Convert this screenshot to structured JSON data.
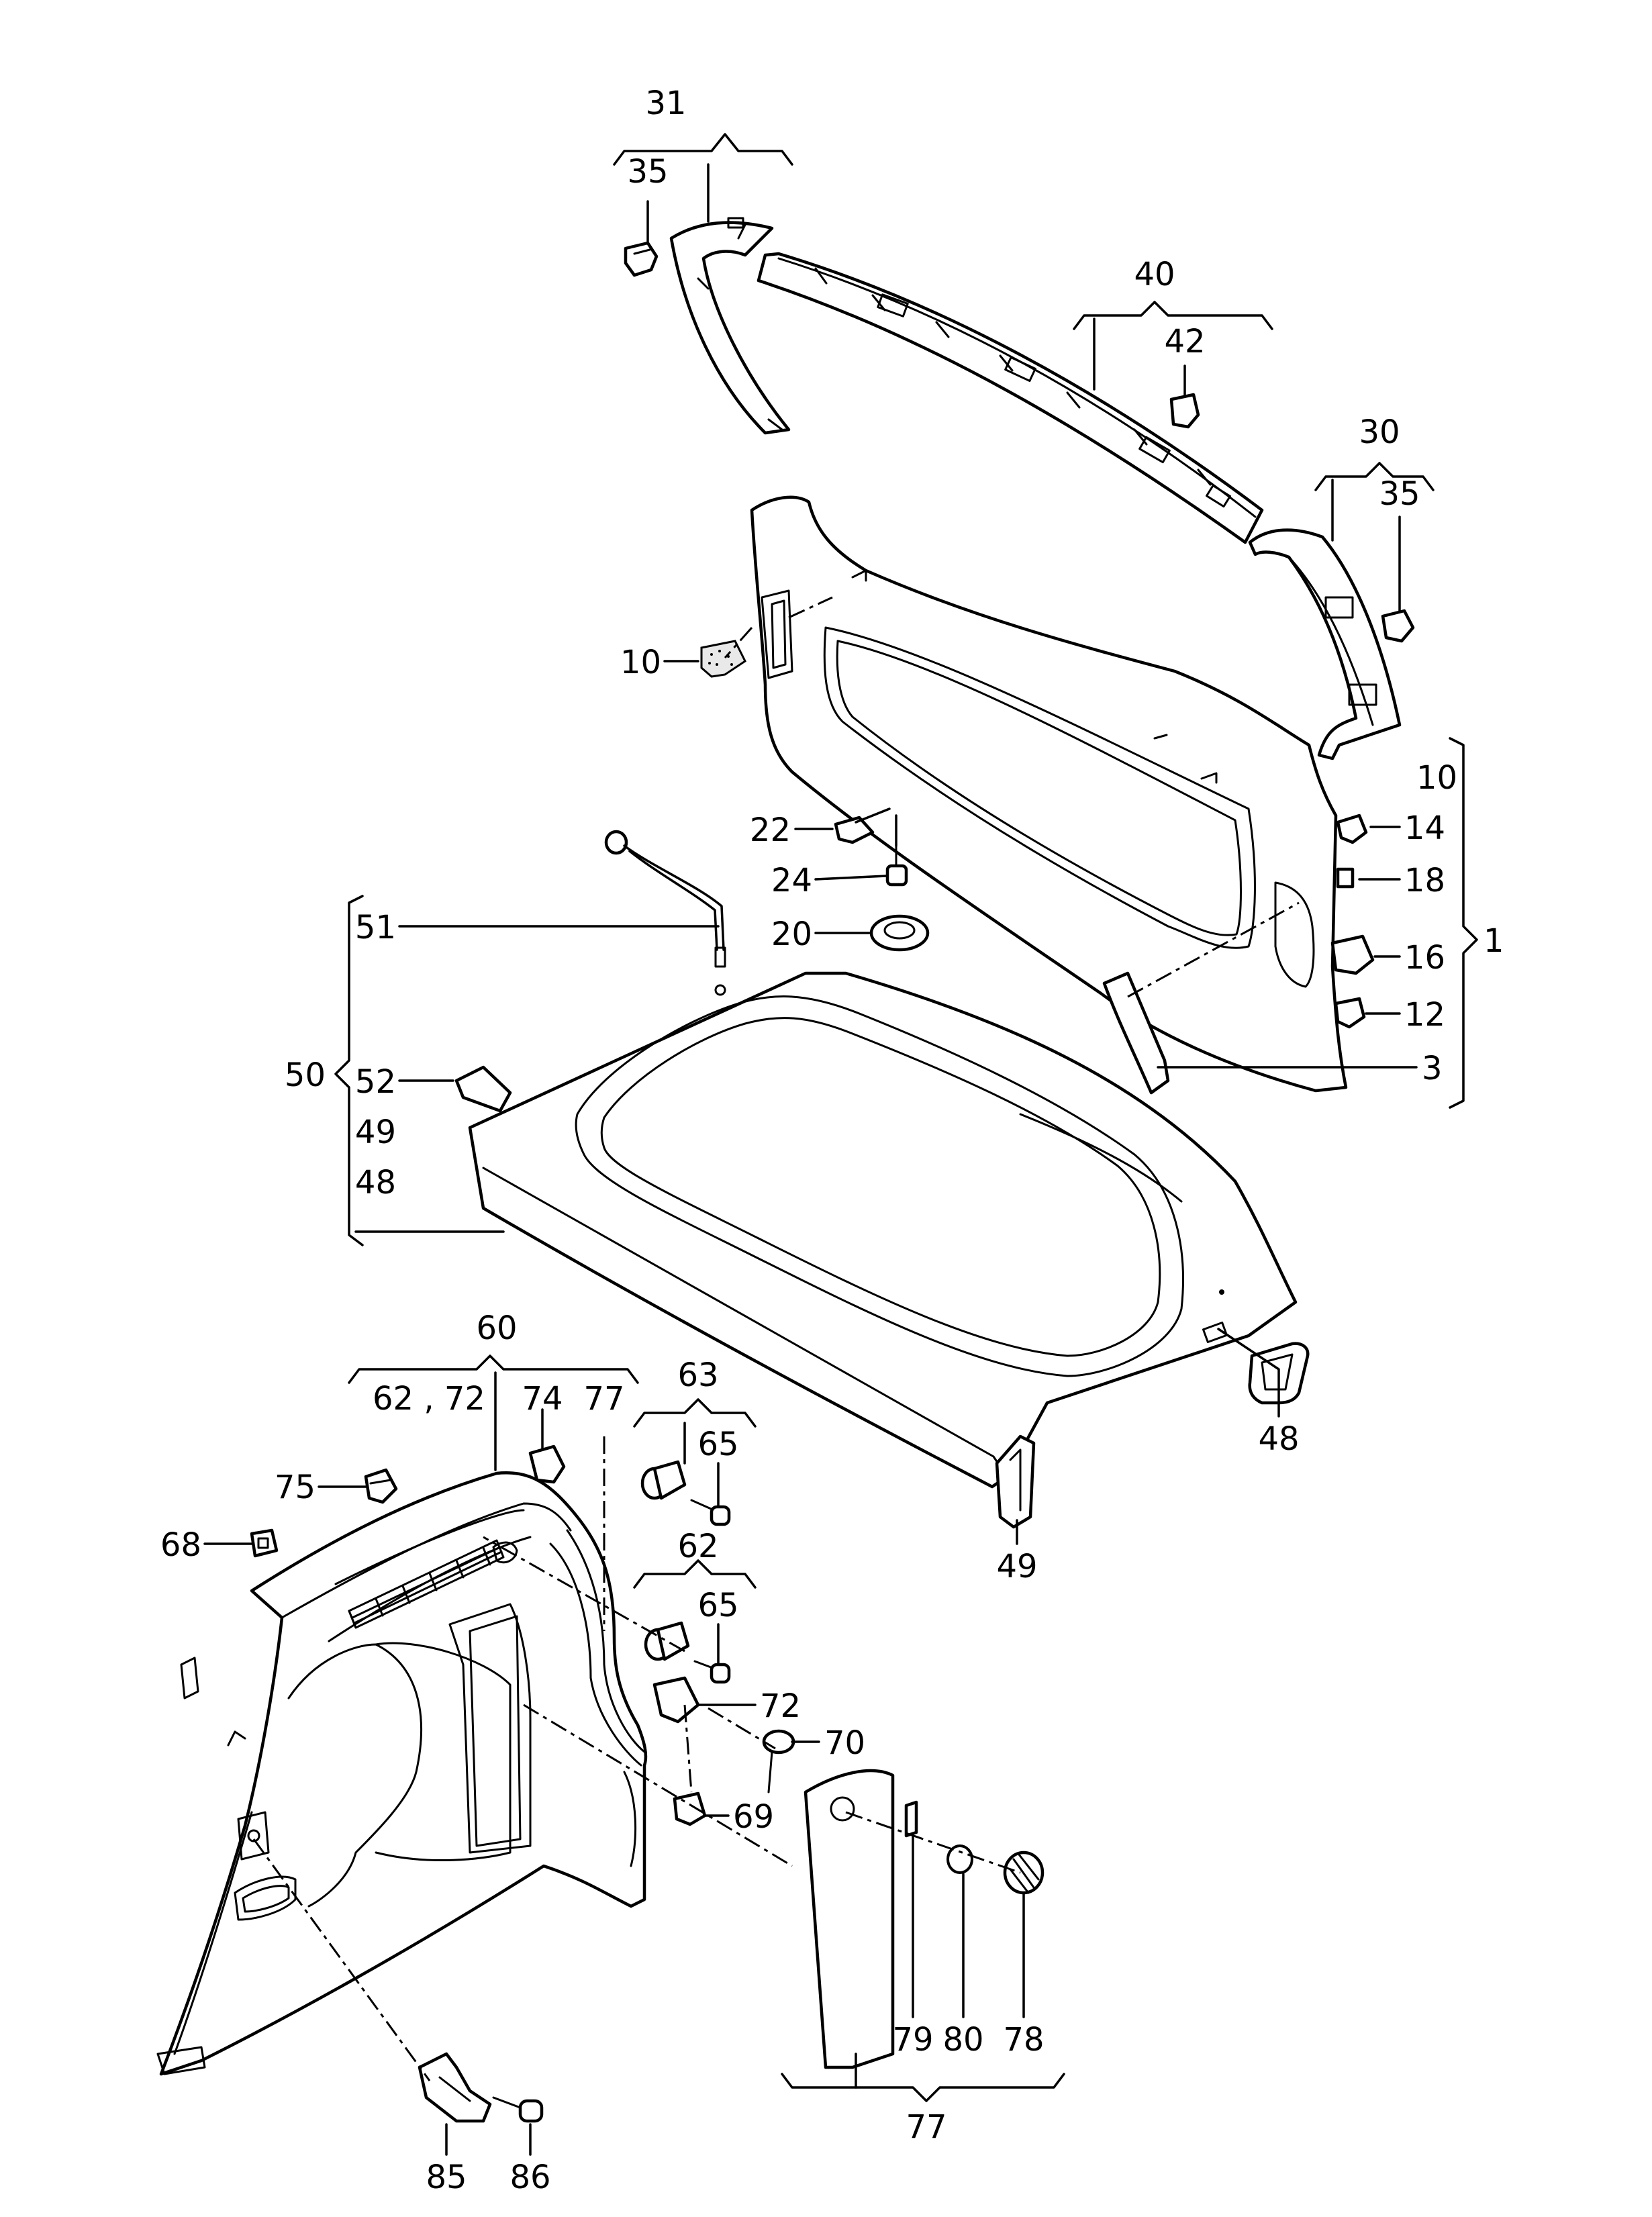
{
  "labels": [
    {
      "key": "31-top",
      "text": "31"
    },
    {
      "key": "35-left",
      "text": "35"
    },
    {
      "key": "40",
      "text": "40"
    },
    {
      "key": "42",
      "text": "42"
    },
    {
      "key": "30",
      "text": "30"
    },
    {
      "key": "35-right",
      "text": "35"
    },
    {
      "key": "10-left",
      "text": "10"
    },
    {
      "key": "10-right",
      "text": "10"
    },
    {
      "key": "14",
      "text": "14"
    },
    {
      "key": "18",
      "text": "18"
    },
    {
      "key": "1",
      "text": "1"
    },
    {
      "key": "16",
      "text": "16"
    },
    {
      "key": "12",
      "text": "12"
    },
    {
      "key": "3",
      "text": "3"
    },
    {
      "key": "22",
      "text": "22"
    },
    {
      "key": "24",
      "text": "24"
    },
    {
      "key": "20",
      "text": "20"
    },
    {
      "key": "51",
      "text": "51"
    },
    {
      "key": "50",
      "text": "50"
    },
    {
      "key": "52",
      "text": "52"
    },
    {
      "key": "49-list",
      "text": "49"
    },
    {
      "key": "48-list",
      "text": "48"
    },
    {
      "key": "48-part",
      "text": "48"
    },
    {
      "key": "49-part",
      "text": "49"
    },
    {
      "key": "60",
      "text": "60"
    },
    {
      "key": "62-72",
      "text": "62 , 72"
    },
    {
      "key": "74",
      "text": "74"
    },
    {
      "key": "77-top",
      "text": "77"
    },
    {
      "key": "63",
      "text": "63"
    },
    {
      "key": "65-a",
      "text": "65"
    },
    {
      "key": "62",
      "text": "62"
    },
    {
      "key": "65-b",
      "text": "65"
    },
    {
      "key": "75",
      "text": "75"
    },
    {
      "key": "68",
      "text": "68"
    },
    {
      "key": "72",
      "text": "72"
    },
    {
      "key": "70",
      "text": "70"
    },
    {
      "key": "69",
      "text": "69"
    },
    {
      "key": "79",
      "text": "79"
    },
    {
      "key": "80",
      "text": "80"
    },
    {
      "key": "78",
      "text": "78"
    },
    {
      "key": "77-bottom",
      "text": "77"
    },
    {
      "key": "85",
      "text": "85"
    },
    {
      "key": "86",
      "text": "86"
    }
  ]
}
